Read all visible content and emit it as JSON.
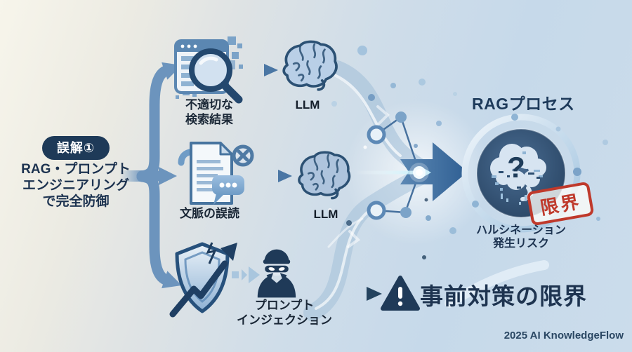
{
  "misconception": {
    "badge": "誤解①",
    "line1": "RAG・プロンプト",
    "line2": "エンジニアリング",
    "line3": "で完全防御"
  },
  "causes": {
    "search": {
      "label1": "不適切な",
      "label2": "検索結果",
      "llm": "LLM"
    },
    "context": {
      "label": "文脈の誤読",
      "llm": "LLM"
    },
    "injection": {
      "label1": "プロンプト",
      "label2": "インジェクション"
    }
  },
  "rag": {
    "title": "RAGプロセス",
    "question_mark": "?",
    "stamp": "限界",
    "risk1": "ハルシネーション",
    "risk2": "発生リスク"
  },
  "conclusion": {
    "text": "事前対策の限界"
  },
  "credit": "2025 AI KnowledgeFlow",
  "colors": {
    "navy": "#1f3a58",
    "steel_blue": "#6c94bd",
    "light_steel": "#a9c6df",
    "stamp_red": "#bf392b",
    "bg_cream": "#f7f5eb",
    "bg_blue": "#c6d9ea"
  },
  "icons": [
    "search-results-icon",
    "llm-brain-icon",
    "document-misread-icon",
    "shield-breach-icon",
    "hacker-icon",
    "rag-hallucination-icon",
    "warning-icon"
  ]
}
